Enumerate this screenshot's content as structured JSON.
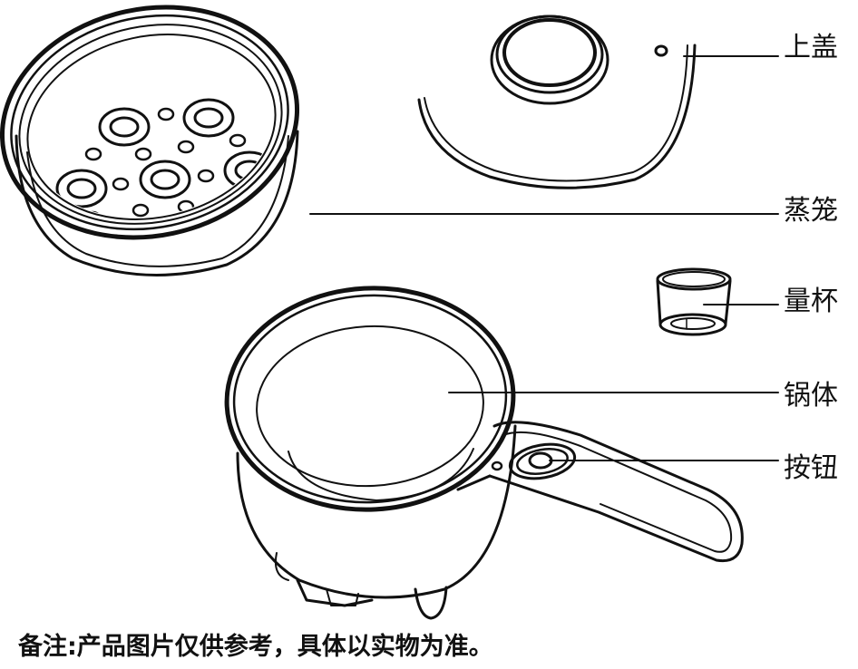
{
  "labels": {
    "lid": "上盖",
    "steamer": "蒸笼",
    "cup": "量杯",
    "pot": "锅体",
    "button": "按钮"
  },
  "note": "备注:产品图片仅供参考，具体以实物为准。",
  "colors": {
    "line": "#111111",
    "background": "#ffffff"
  }
}
